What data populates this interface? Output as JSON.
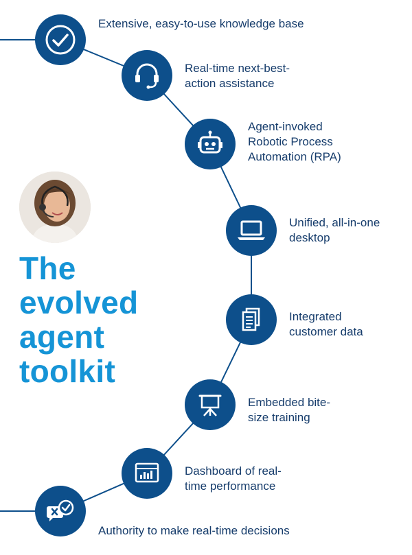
{
  "title_lines": [
    "The",
    "evolved",
    "agent",
    "toolkit"
  ],
  "photo": {
    "description": "headset-wearing support agent"
  },
  "colors": {
    "node": "#0d4f8b",
    "line": "#0d4f8b",
    "title": "#1594d6",
    "text": "#173d6c"
  },
  "steps": [
    {
      "icon": "checkmark-icon",
      "label": "Extensive, easy-to-use knowledge base"
    },
    {
      "icon": "headset-icon",
      "label": "Real-time next-best-\naction assistance"
    },
    {
      "icon": "robot-icon",
      "label": "Agent-invoked\nRobotic Process\nAutomation (RPA)"
    },
    {
      "icon": "laptop-icon",
      "label": "Unified, all-in-one\ndesktop"
    },
    {
      "icon": "documents-icon",
      "label": "Integrated\ncustomer data"
    },
    {
      "icon": "presentation-easel-icon",
      "label": "Embedded bite-\nsize training"
    },
    {
      "icon": "dashboard-icon",
      "label": "Dashboard of real-\ntime performance"
    },
    {
      "icon": "decision-chat-icon",
      "label": "Authority to make real-time decisions"
    }
  ]
}
